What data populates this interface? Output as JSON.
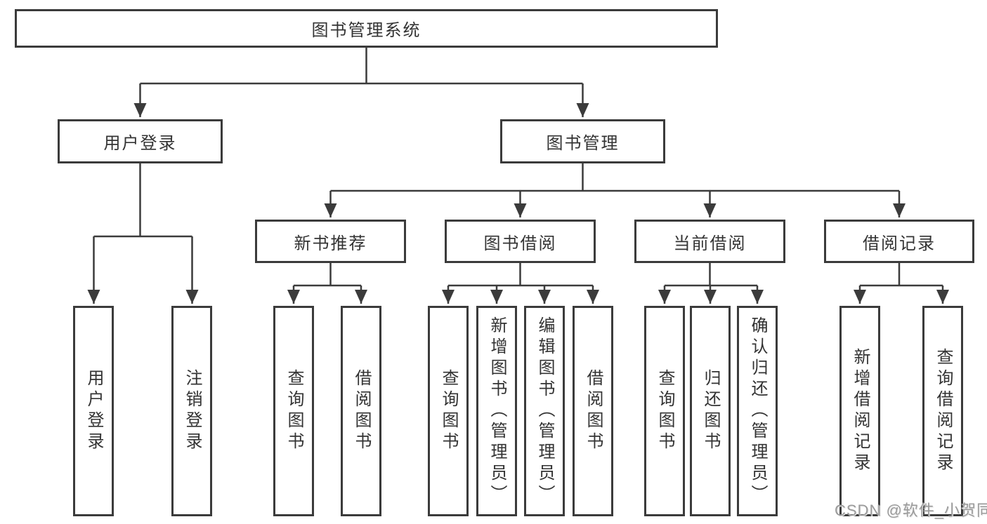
{
  "diagram": {
    "root": {
      "label": "图书管理系统"
    },
    "level2": [
      {
        "label": "用户登录"
      },
      {
        "label": "图书管理"
      }
    ],
    "level3": [
      {
        "label": "新书推荐"
      },
      {
        "label": "图书借阅"
      },
      {
        "label": "当前借阅"
      },
      {
        "label": "借阅记录"
      }
    ],
    "leaves": {
      "user_login": [
        "用户登录",
        "注销登录"
      ],
      "new_book": [
        "查询图书",
        "借阅图书"
      ],
      "borrow": [
        "查询图书",
        "新增图书（管理员）",
        "编辑图书（管理员）",
        "借阅图书"
      ],
      "current": [
        "查询图书",
        "归还图书",
        "确认归还（管理员）"
      ],
      "records": [
        "新增借阅记录",
        "查询借阅记录"
      ]
    },
    "watermark": "CSDN @软件_小贺同学",
    "colors": {
      "line": "#3b3b3b",
      "text": "#333333",
      "watermark": "#9b9b9b"
    }
  }
}
